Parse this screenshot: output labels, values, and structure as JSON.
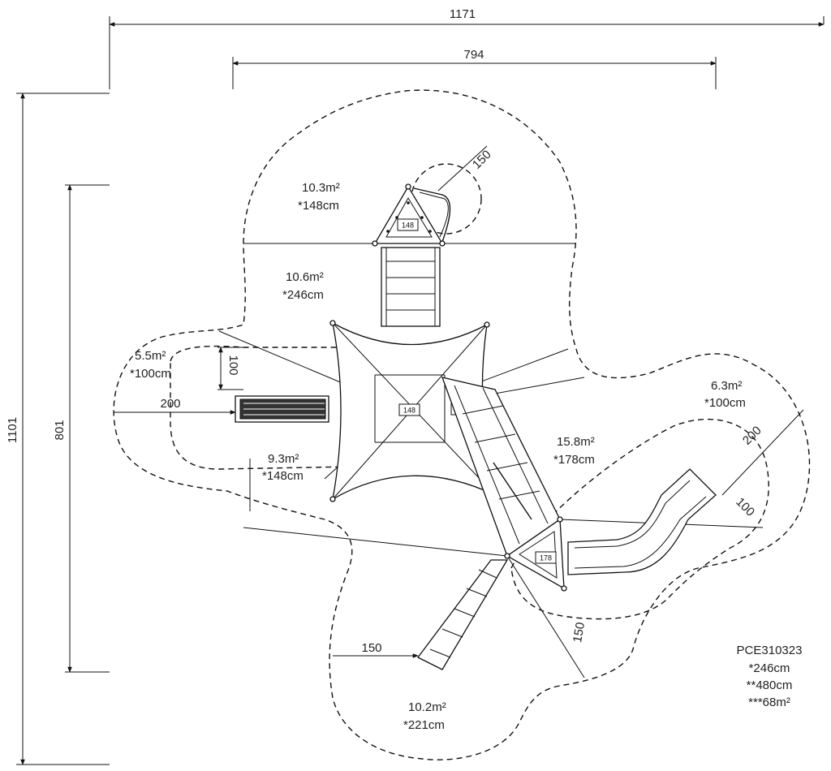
{
  "dimensions": {
    "overall_width": "1171",
    "inner_width": "794",
    "overall_height": "1101",
    "inner_height": "801",
    "d150_top": "150",
    "d100_left": "100",
    "d200_left": "200",
    "d200_right": "200",
    "d100_right": "100",
    "d150_bottom_left": "150",
    "d150_bottom_right": "150"
  },
  "zones": [
    {
      "id": "z1",
      "area": "10.3m²",
      "height": "*148cm"
    },
    {
      "id": "z2",
      "area": "10.6m²",
      "height": "*246cm"
    },
    {
      "id": "z3",
      "area": "5.5m²",
      "height": "*100cm"
    },
    {
      "id": "z4",
      "area": "9.3m²",
      "height": "*148cm"
    },
    {
      "id": "z5",
      "area": "15.8m²",
      "height": "*178cm"
    },
    {
      "id": "z6",
      "area": "6.3m²",
      "height": "*100cm"
    },
    {
      "id": "z7",
      "area": "10.2m²",
      "height": "*221cm"
    }
  ],
  "platform_tags": {
    "top": "148",
    "center": "148",
    "right": "148",
    "lower": "178"
  },
  "product_info": {
    "code": "PCE310323",
    "free_height": "*246cm",
    "fall_height": "**480cm",
    "area": "***68m²"
  },
  "colors": {
    "line": "#111111",
    "background": "#ffffff"
  }
}
